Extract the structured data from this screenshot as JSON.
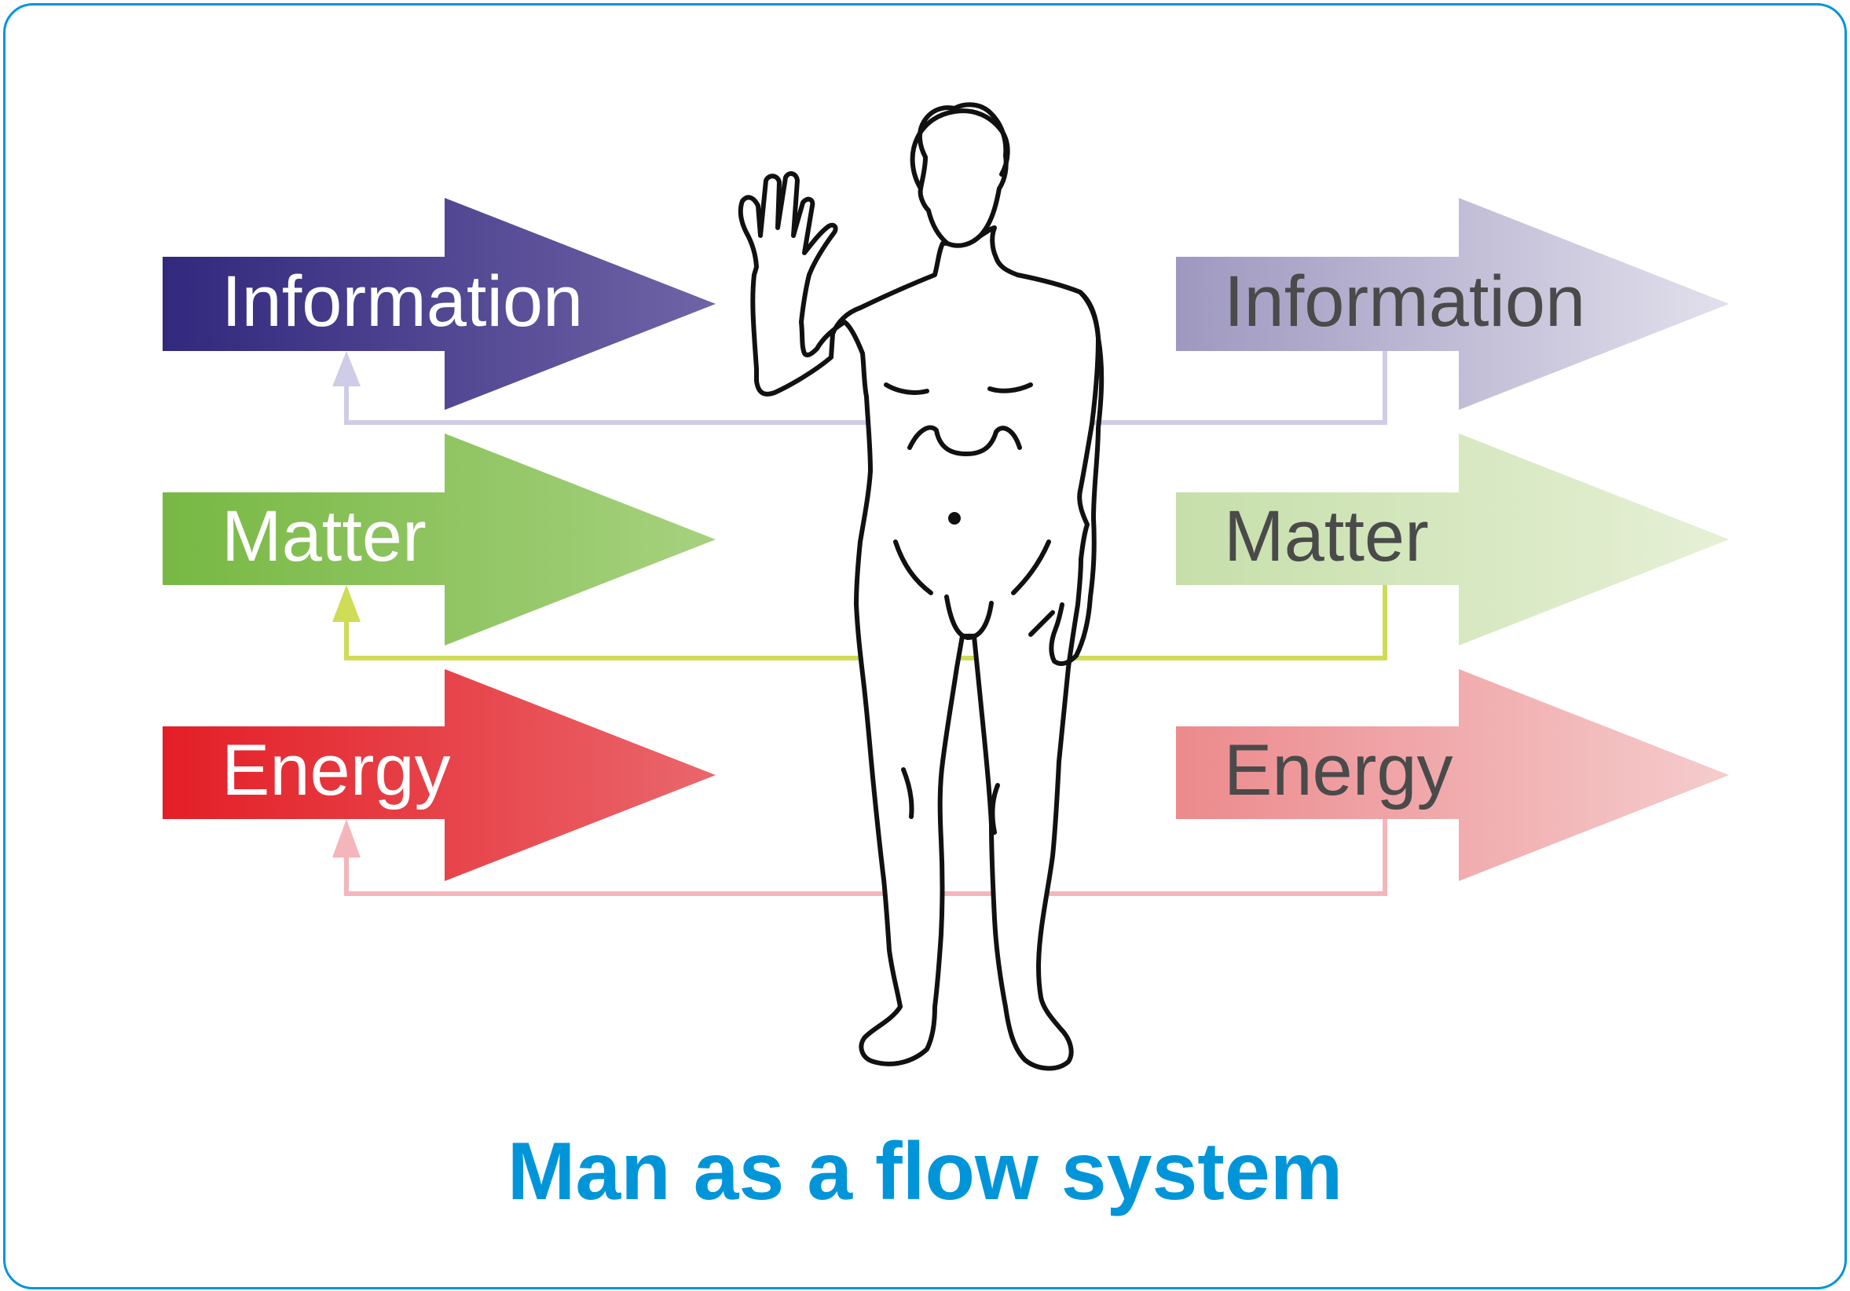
{
  "title": "Man as a flow system",
  "inputs": [
    {
      "label": "Information",
      "color_start": "#32287d",
      "color_end": "#6f64a6",
      "feedback_color": "#cfcce8"
    },
    {
      "label": "Matter",
      "color_start": "#77b843",
      "color_end": "#a7d17f",
      "feedback_color": "#cfdc56"
    },
    {
      "label": "Energy",
      "color_start": "#e41e26",
      "color_end": "#e9676c",
      "feedback_color": "#f4b6bb"
    }
  ],
  "outputs": [
    {
      "label": "Information",
      "color_start": "#9e98c0",
      "color_end": "#e2e0ec"
    },
    {
      "label": "Matter",
      "color_start": "#c6dfaa",
      "color_end": "#e6f0d6"
    },
    {
      "label": "Energy",
      "color_start": "#ec8a8d",
      "color_end": "#f5cccd"
    }
  ],
  "figure": "human-figure"
}
